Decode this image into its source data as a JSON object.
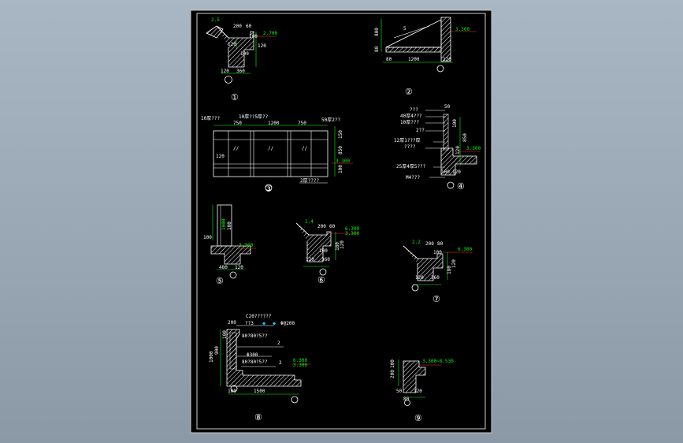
{
  "colors": {
    "background": "#9aa7b5",
    "sheet": "#000000",
    "frame": "#ffffff",
    "dimension": "#00ff00",
    "annotation": "#ffffff",
    "level": "#00ff00",
    "leader_red": "#ff3030",
    "symbol": "#00ccff"
  },
  "details": {
    "d1": {
      "label": "①",
      "dims": {
        "top_pair": "200",
        "top_pair_b": "60",
        "top_small": "2.5",
        "right_a": "100",
        "right_b": "120",
        "left_a": "120",
        "mid_a": "100",
        "bottom_left": "120",
        "bottom_right": "360"
      },
      "level": "2.700"
    },
    "d2": {
      "label": "②",
      "dims": {
        "left_height": "800",
        "left_low": "80",
        "bottom_left": "80",
        "bottom_mid": "1200",
        "bottom_right": "120",
        "slope": "5"
      },
      "level": "3.300"
    },
    "d3": {
      "label": "③",
      "note_left": "10厚???",
      "note_top": "10厚??5厚??",
      "note_right": "50厚2??",
      "dims": {
        "seg_left": "750",
        "seg_mid": "1200",
        "seg_right": "750",
        "right_a": "150",
        "right_b": "850",
        "right_c": "100",
        "left_a": "120"
      },
      "note_bottom": "2厚????",
      "level": "3.300"
    },
    "d4": {
      "label": "④",
      "notes": [
        "???",
        "40厚4???",
        "10厚???",
        "2??",
        "12厚1???厚",
        "????",
        "25厚4厚5???",
        "M4???"
      ],
      "dims": {
        "top": "50",
        "right_a": "100",
        "right_b": "850",
        "right_c": "120",
        "bottom_a": "100",
        "bottom_b": "120"
      },
      "level": "3.300"
    },
    "d5": {
      "label": "⑤",
      "dims": {
        "top_a": "1000",
        "top_b": "100",
        "left_a": "100",
        "bottom_a": "480",
        "bottom_b": "120"
      },
      "level": "3.300"
    },
    "d6": {
      "label": "⑥",
      "dims": {
        "top_pair": "200",
        "top_pair_b": "60",
        "top_small": "1.4",
        "right_a": "120",
        "right_b": "180",
        "mid_a": "100",
        "bottom_left": "120",
        "bottom_right": "360"
      },
      "level_a": "6.300",
      "level_b": "3.300"
    },
    "d7": {
      "label": "⑦",
      "dims": {
        "top_pair": "200",
        "top_pair_b": "80",
        "top_small": "2.2",
        "right_a": "100",
        "right_b": "120",
        "right_c": "180",
        "bottom_left": "120",
        "bottom_right": "360"
      },
      "level": "6.300"
    },
    "d8": {
      "label": "⑧",
      "note_title": "C20??????",
      "note_bar": "??3",
      "note_bar2": "Φ@200",
      "note_a": "80?80?5??",
      "note_b": "Φ300",
      "note_c": "80?80?5??",
      "note_mark_1": "2",
      "note_mark_2": "2",
      "dims": {
        "top": "200",
        "left_a": "100",
        "left_b": "1000",
        "left_c": "900",
        "bottom_a": "100",
        "bottom_b": "1500"
      },
      "level_a": "6.300",
      "level_b": "3.300"
    },
    "d9": {
      "label": "⑨",
      "dims": {
        "left_a": "100",
        "left_b": "200",
        "bottom_a": "50",
        "bottom_b": "120",
        "bottom_c": "80"
      },
      "level": "3.300~8.530"
    }
  }
}
